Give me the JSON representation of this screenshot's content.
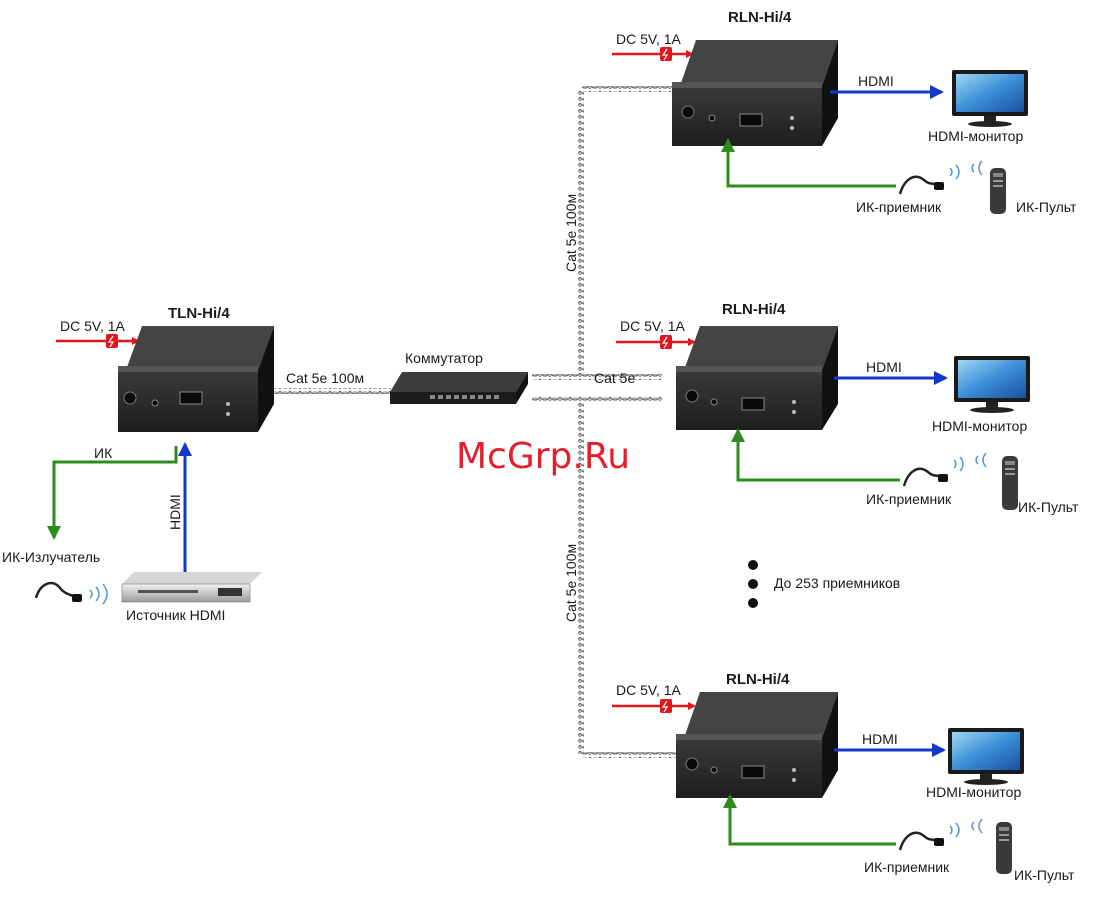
{
  "transmitter": {
    "title": "TLN-Hi/4",
    "power_label": "DC 5V, 1A",
    "hdmi_label": "HDMI",
    "ir_label": "ИК",
    "ir_emitter_label": "ИК-Излучатель",
    "source_label": "Источник HDMI",
    "cable_label": "Cat 5e 100м"
  },
  "switch": {
    "label": "Коммутатор",
    "cable_label": "Cat 5e",
    "cable_up_label": "Cat 5e 100м",
    "cable_down_label": "Cat 5e 100м"
  },
  "receivers": [
    {
      "title": "RLN-Hi/4",
      "power_label": "DC 5V, 1A",
      "hdmi_label": "HDMI",
      "monitor_label": "HDMI-монитор",
      "ir_receiver_label": "ИК-приемник",
      "remote_label": "ИК-Пульт"
    },
    {
      "title": "RLN-Hi/4",
      "power_label": "DC 5V, 1A",
      "hdmi_label": "HDMI",
      "monitor_label": "HDMI-монитор",
      "ir_receiver_label": "ИК-приемник",
      "remote_label": "ИК-Пульт"
    },
    {
      "title": "RLN-Hi/4",
      "power_label": "DC 5V, 1A",
      "hdmi_label": "HDMI",
      "monitor_label": "HDMI-монитор",
      "ir_receiver_label": "ИК-приемник",
      "remote_label": "ИК-Пульт"
    }
  ],
  "more_receivers_label": "До 253 приемников",
  "watermark": "McGrp.Ru",
  "colors": {
    "power_arrow": "#e3171b",
    "hdmi_arrow": "#1437c8",
    "ir_arrow": "#2e8b1e",
    "device_body": "#2a2a2a",
    "watermark": "#e2202c"
  }
}
